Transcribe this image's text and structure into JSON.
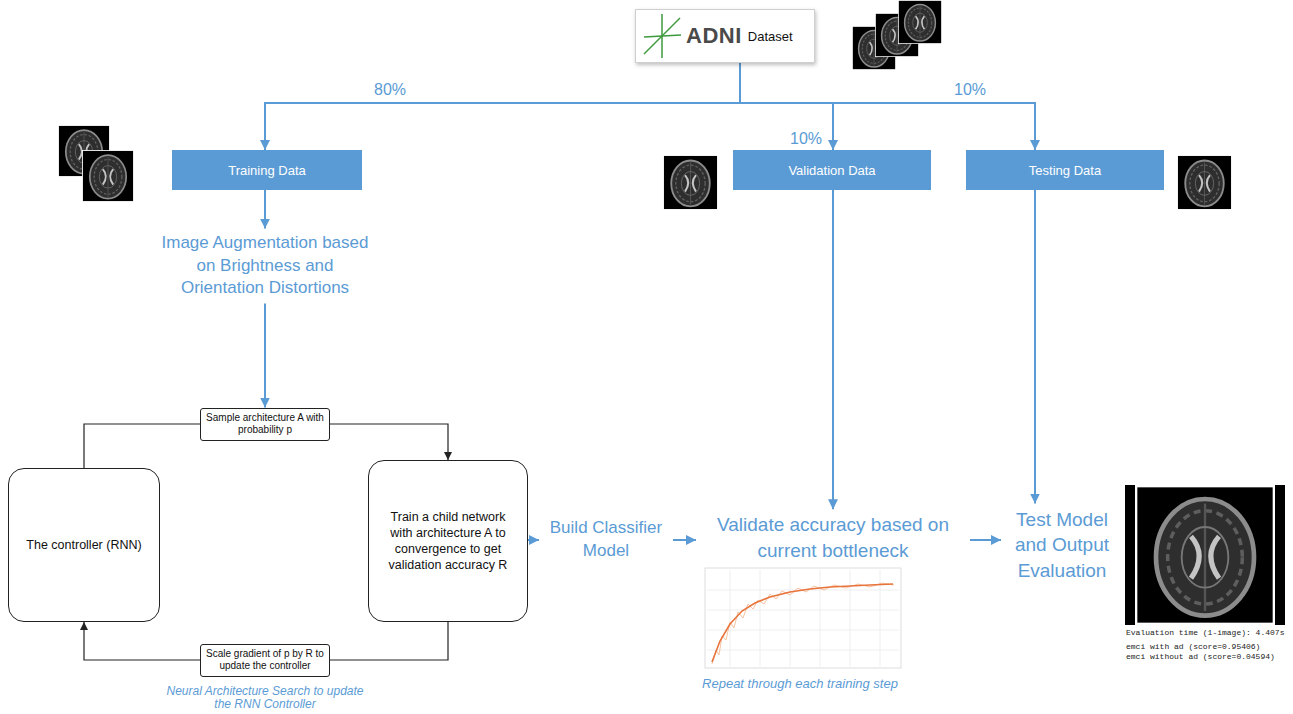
{
  "diagram": {
    "nodes": [
      {
        "text": [
          "ADNI",
          "Dataset"
        ]
      },
      {
        "text": [
          "Training Data"
        ]
      },
      {
        "text": [
          "Validation Data"
        ]
      },
      {
        "text": [
          "Testing Data"
        ]
      },
      {
        "text": [
          "Image Augmentation based on Brightness and Orientation Distortions"
        ]
      },
      {
        "text": [
          "Sample architecture A with probability p"
        ]
      },
      {
        "text": [
          "The controller (RNN)"
        ]
      },
      {
        "text": [
          "Train a child network with architecture A to convergence to get validation accuracy R"
        ]
      },
      {
        "text": [
          "Scale gradient of p by R to update the controller"
        ]
      },
      {
        "text": [
          "Build Classifier Model"
        ]
      },
      {
        "text": [
          "Validate accuracy based on current bottleneck"
        ]
      },
      {
        "text": [
          "Test Model and Output Evaluation"
        ]
      }
    ],
    "edges": [
      {
        "from": 0,
        "to": 1,
        "arrow": "to",
        "label": "80%"
      },
      {
        "from": 0,
        "to": 2,
        "arrow": "to",
        "label": "10%"
      },
      {
        "from": 0,
        "to": 3,
        "arrow": "to",
        "label": "10%"
      },
      {
        "from": 1,
        "to": 4,
        "arrow": "to"
      },
      {
        "from": 4,
        "to": 5,
        "arrow": "to"
      },
      {
        "from": 6,
        "to": 5,
        "arrow": "none"
      },
      {
        "from": 5,
        "to": 7,
        "arrow": "to"
      },
      {
        "from": 7,
        "to": 8,
        "arrow": "none"
      },
      {
        "from": 8,
        "to": 6,
        "arrow": "to"
      },
      {
        "from": 7,
        "to": 9,
        "arrow": "to"
      },
      {
        "from": 9,
        "to": 10,
        "arrow": "to"
      },
      {
        "from": 2,
        "to": 10,
        "arrow": "to"
      },
      {
        "from": 10,
        "to": 11,
        "arrow": "to"
      },
      {
        "from": 3,
        "to": 11,
        "arrow": "to"
      }
    ],
    "labels": [
      "Neural Architecture Search to update the RNN Controller",
      "Repeat through each training step",
      "Evaluation time (1-image): 4.407s",
      "emci with ad (score=0.95406)",
      "emci without ad (score=0.04594)"
    ]
  }
}
